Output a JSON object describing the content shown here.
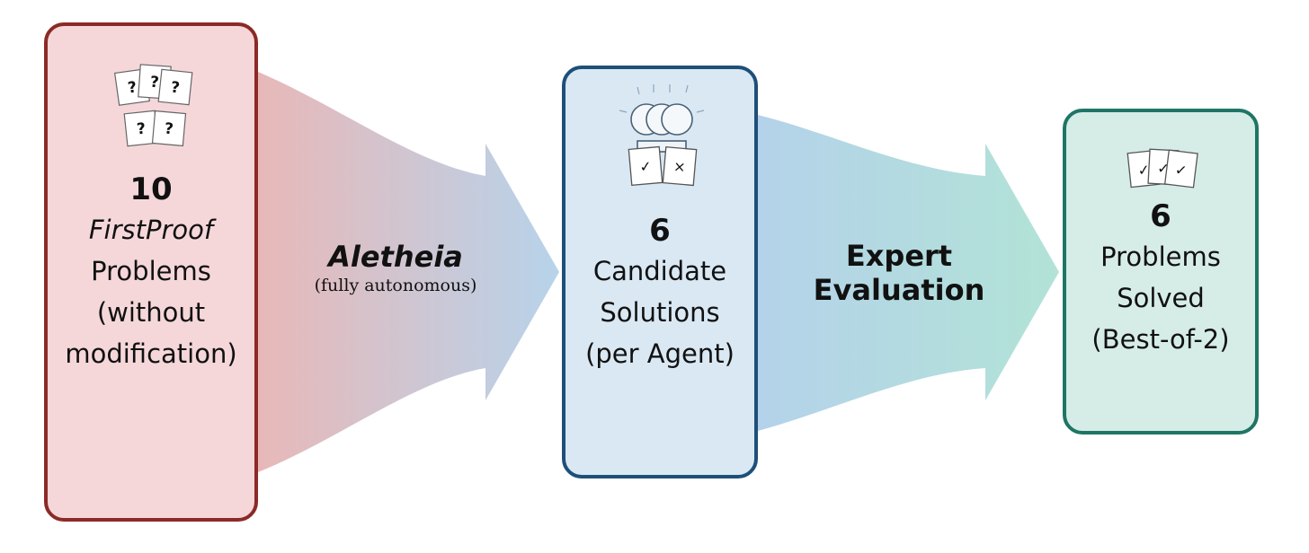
{
  "stages": {
    "input": {
      "count": "10",
      "line1": "FirstProof",
      "line2": "Problems",
      "line3": "(without",
      "line4": "modification)"
    },
    "candidates": {
      "count": "6",
      "line1": "Candidate",
      "line2": "Solutions",
      "line3": "(per Agent)"
    },
    "solved": {
      "count": "6",
      "line1": "Problems",
      "line2": "Solved",
      "line3": "(Best-of-2)"
    }
  },
  "arrows": {
    "aletheia": {
      "name": "Aletheia",
      "mode": "(fully autonomous)"
    },
    "expert": {
      "line1": "Expert",
      "line2": "Evaluation"
    }
  },
  "icons": {
    "input": "question-cards-icon",
    "candidates": "agents-icon",
    "solved": "checked-cards-icon",
    "card_glyph_unknown": "?",
    "card_glyph_ok": "✓",
    "card_glyph_wrong": "×"
  },
  "colors": {
    "input_fill": "#f5d7da",
    "input_border": "#8b2a26",
    "candidates_fill": "#d9e8f3",
    "candidates_border": "#1f4f78",
    "solved_fill": "#d6ece7",
    "solved_border": "#1f7565",
    "arrow1_start": "#e8b8b8",
    "arrow1_end": "#b7d3ea",
    "arrow2_start": "#b4d2ea",
    "arrow2_end": "#b2e3d6"
  }
}
